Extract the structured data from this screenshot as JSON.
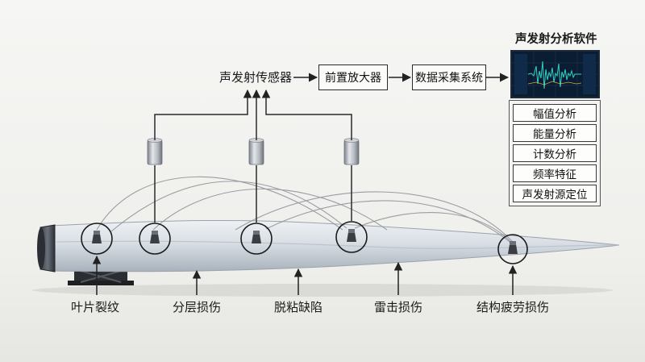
{
  "software": {
    "title": "声发射分析软件",
    "analyses": [
      "幅值分析",
      "能量分析",
      "计数分析",
      "频率特征",
      "声发射源定位"
    ]
  },
  "chain": {
    "sensor": "声发射传感器",
    "preamp": "前置放大器",
    "daq": "数据采集系统"
  },
  "defects": [
    "叶片裂纹",
    "分层损伤",
    "脱粘缺陷",
    "雷击损伤",
    "结构疲劳损伤"
  ],
  "colors": {
    "blade": "#d6dce2",
    "line": "#2b2b2b",
    "screen": "#0b1d33",
    "waveform": "#2fd3c4"
  }
}
